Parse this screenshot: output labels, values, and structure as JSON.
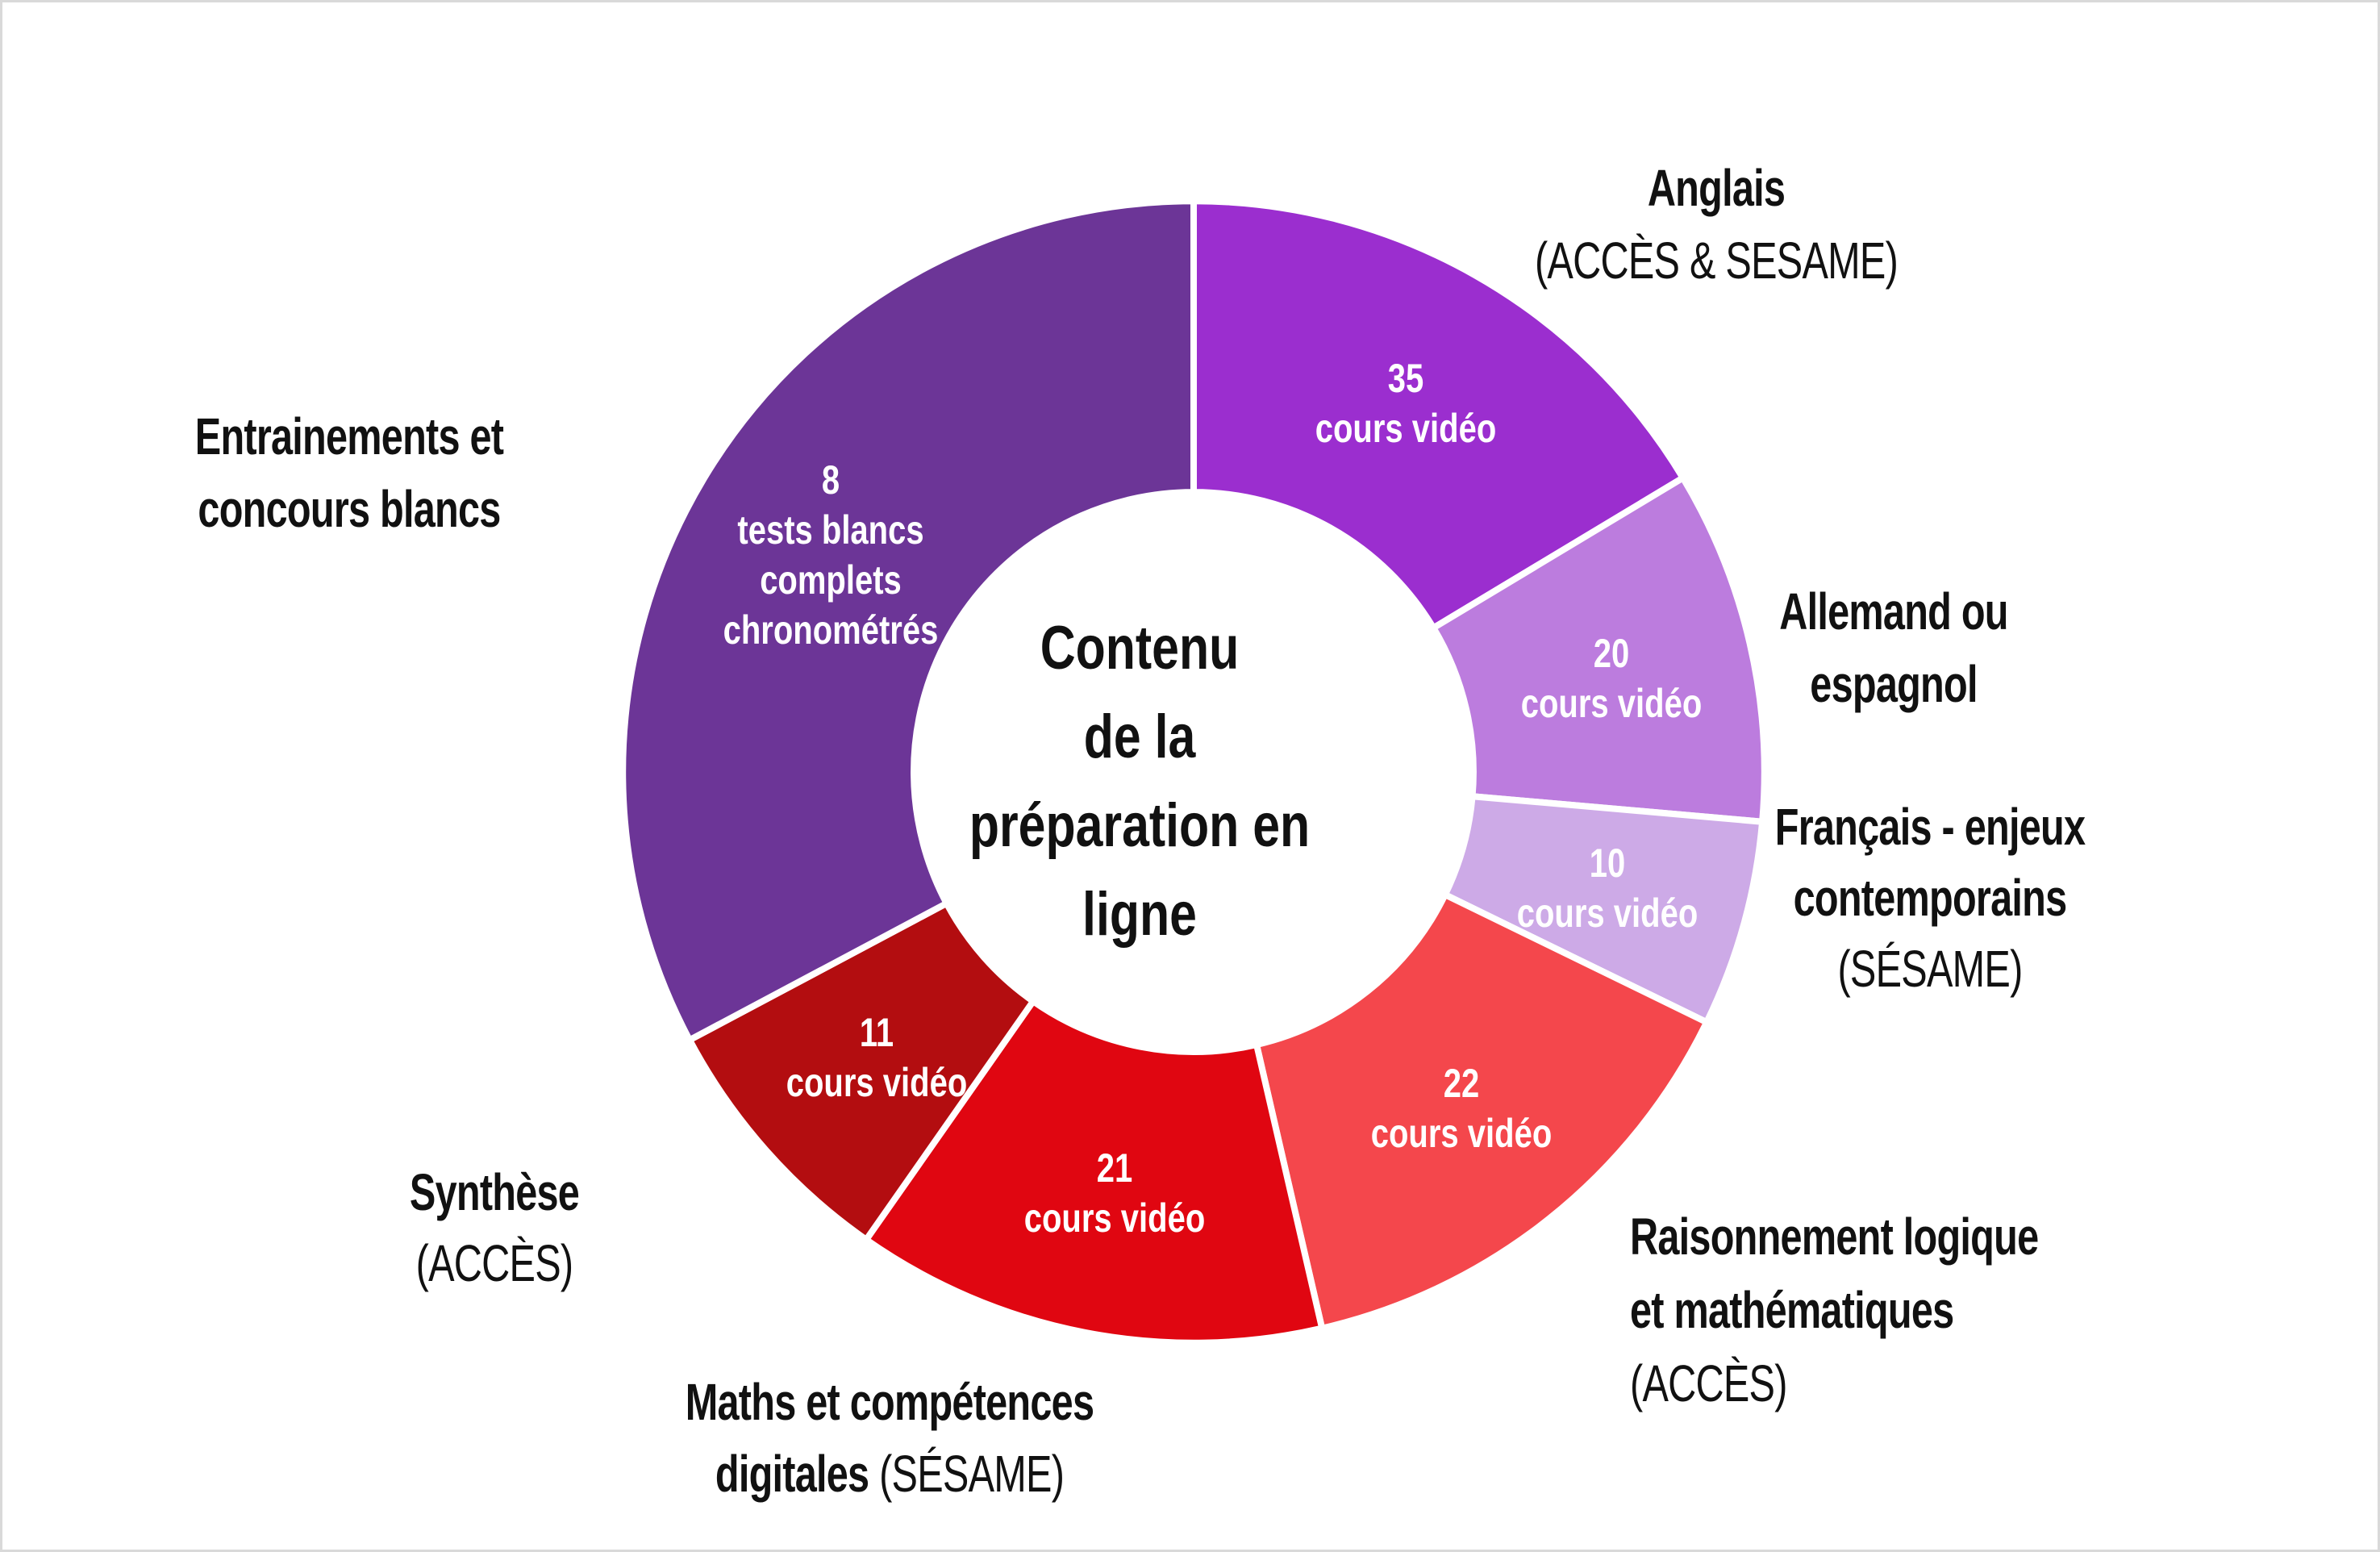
{
  "chart_data": {
    "type": "pie",
    "subtype": "donut",
    "title": "Contenu de la préparation en ligne",
    "center_label_lines": [
      "Contenu",
      "de la",
      "préparation en",
      "ligne"
    ],
    "legend": "none",
    "start_angle_deg": 0,
    "clockwise": true,
    "donut_hole_ratio": 0.49,
    "segments": [
      {
        "name": "Anglais (ACCÈS & SESAME)",
        "value": 35,
        "unit": "cours vidéo",
        "value_lines": [
          "35",
          "cours vidéo"
        ],
        "sweep_deg": 59,
        "color": "#9B2ECF"
      },
      {
        "name": "Allemand ou espagnol",
        "value": 20,
        "unit": "cours vidéo",
        "value_lines": [
          "20",
          "cours vidéo"
        ],
        "sweep_deg": 36,
        "color": "#BC7CDE"
      },
      {
        "name": "Français - enjeux contemporains (SÉSAME)",
        "value": 10,
        "unit": "cours vidéo",
        "value_lines": [
          "10",
          "cours vidéo"
        ],
        "sweep_deg": 21,
        "color": "#CDAAE7"
      },
      {
        "name": "Raisonnement logique et mathématiques (ACCÈS)",
        "value": 22,
        "unit": "cours vidéo",
        "value_lines": [
          "22",
          "cours vidéo"
        ],
        "sweep_deg": 51,
        "color": "#F4474C"
      },
      {
        "name": "Maths et compétences digitales (SÉSAME)",
        "value": 21,
        "unit": "cours vidéo",
        "value_lines": [
          "21",
          "cours vidéo"
        ],
        "sweep_deg": 48,
        "color": "#E00611"
      },
      {
        "name": "Synthèse (ACCÈS)",
        "value": 11,
        "unit": "cours vidéo",
        "value_lines": [
          "11",
          "cours vidéo"
        ],
        "sweep_deg": 27,
        "color": "#B30D10"
      },
      {
        "name": "Entrainements et concours blancs",
        "value": 8,
        "unit": "tests blancs complets chronométrés",
        "value_lines": [
          "8",
          "tests blancs",
          "complets",
          "chronométrés"
        ],
        "sweep_deg": 118,
        "color": "#6C3597"
      }
    ]
  },
  "outer_labels": {
    "anglais": {
      "bold1": "Anglais",
      "reg1": "(ACCÈS & SESAME)"
    },
    "allemand": {
      "bold1": "Allemand ou",
      "bold2": "espagnol"
    },
    "francais": {
      "bold1": "Français - enjeux",
      "bold2": "contemporains",
      "reg1": "(SÉSAME)"
    },
    "raisonnement": {
      "bold1": "Raisonnement logique",
      "bold2": "et mathématiques",
      "reg1": "(ACCÈS)"
    },
    "synthese": {
      "bold1": "Synthèse",
      "reg1": "(ACCÈS)"
    },
    "maths": {
      "bold1": "Maths et compétences",
      "bold2": "digitales",
      "reg1": "(SÉSAME)"
    },
    "entrainements": {
      "bold1": "Entrainements et",
      "bold2": "concours blancs"
    }
  }
}
